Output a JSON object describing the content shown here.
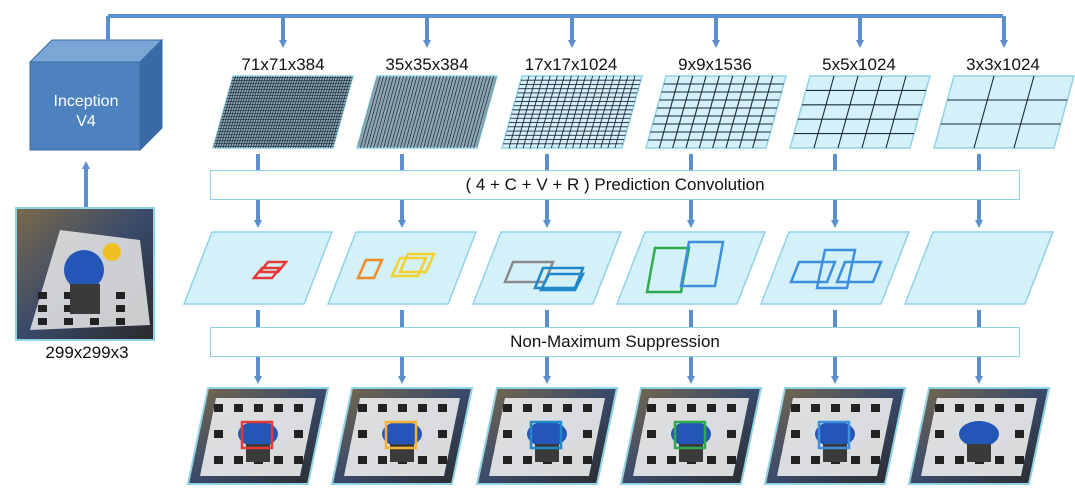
{
  "backbone": {
    "line1": "Inception",
    "line2": "V4"
  },
  "input": {
    "label": "299x299x3"
  },
  "feature_maps": [
    {
      "label": "71x71x384",
      "grid": 48,
      "box_color": "#e53935"
    },
    {
      "label": "35x35x384",
      "grid": 36,
      "box_color": "#f9b233"
    },
    {
      "label": "17x17x1024",
      "grid": 17,
      "box_color": "#1e88c8"
    },
    {
      "label": "9x9x1536",
      "grid": 9,
      "box_color": "#2eab4f"
    },
    {
      "label": "5x5x1024",
      "grid": 5,
      "box_color": "#3d8fe0"
    },
    {
      "label": "3x3x1024",
      "grid": 3,
      "box_color": ""
    }
  ],
  "prediction_bar": {
    "label": "( 4 + C + V + R )  Prediction Convolution"
  },
  "nms_bar": {
    "label": "Non-Maximum Suppression"
  },
  "colors": {
    "arrow": "#5b8fd0",
    "cube_front": "#4d82bf",
    "cube_top": "#7aa6d6",
    "cube_side": "#3a6aa3",
    "map_fill": "#d4f1fa",
    "map_stroke": "#8fd3e6"
  }
}
